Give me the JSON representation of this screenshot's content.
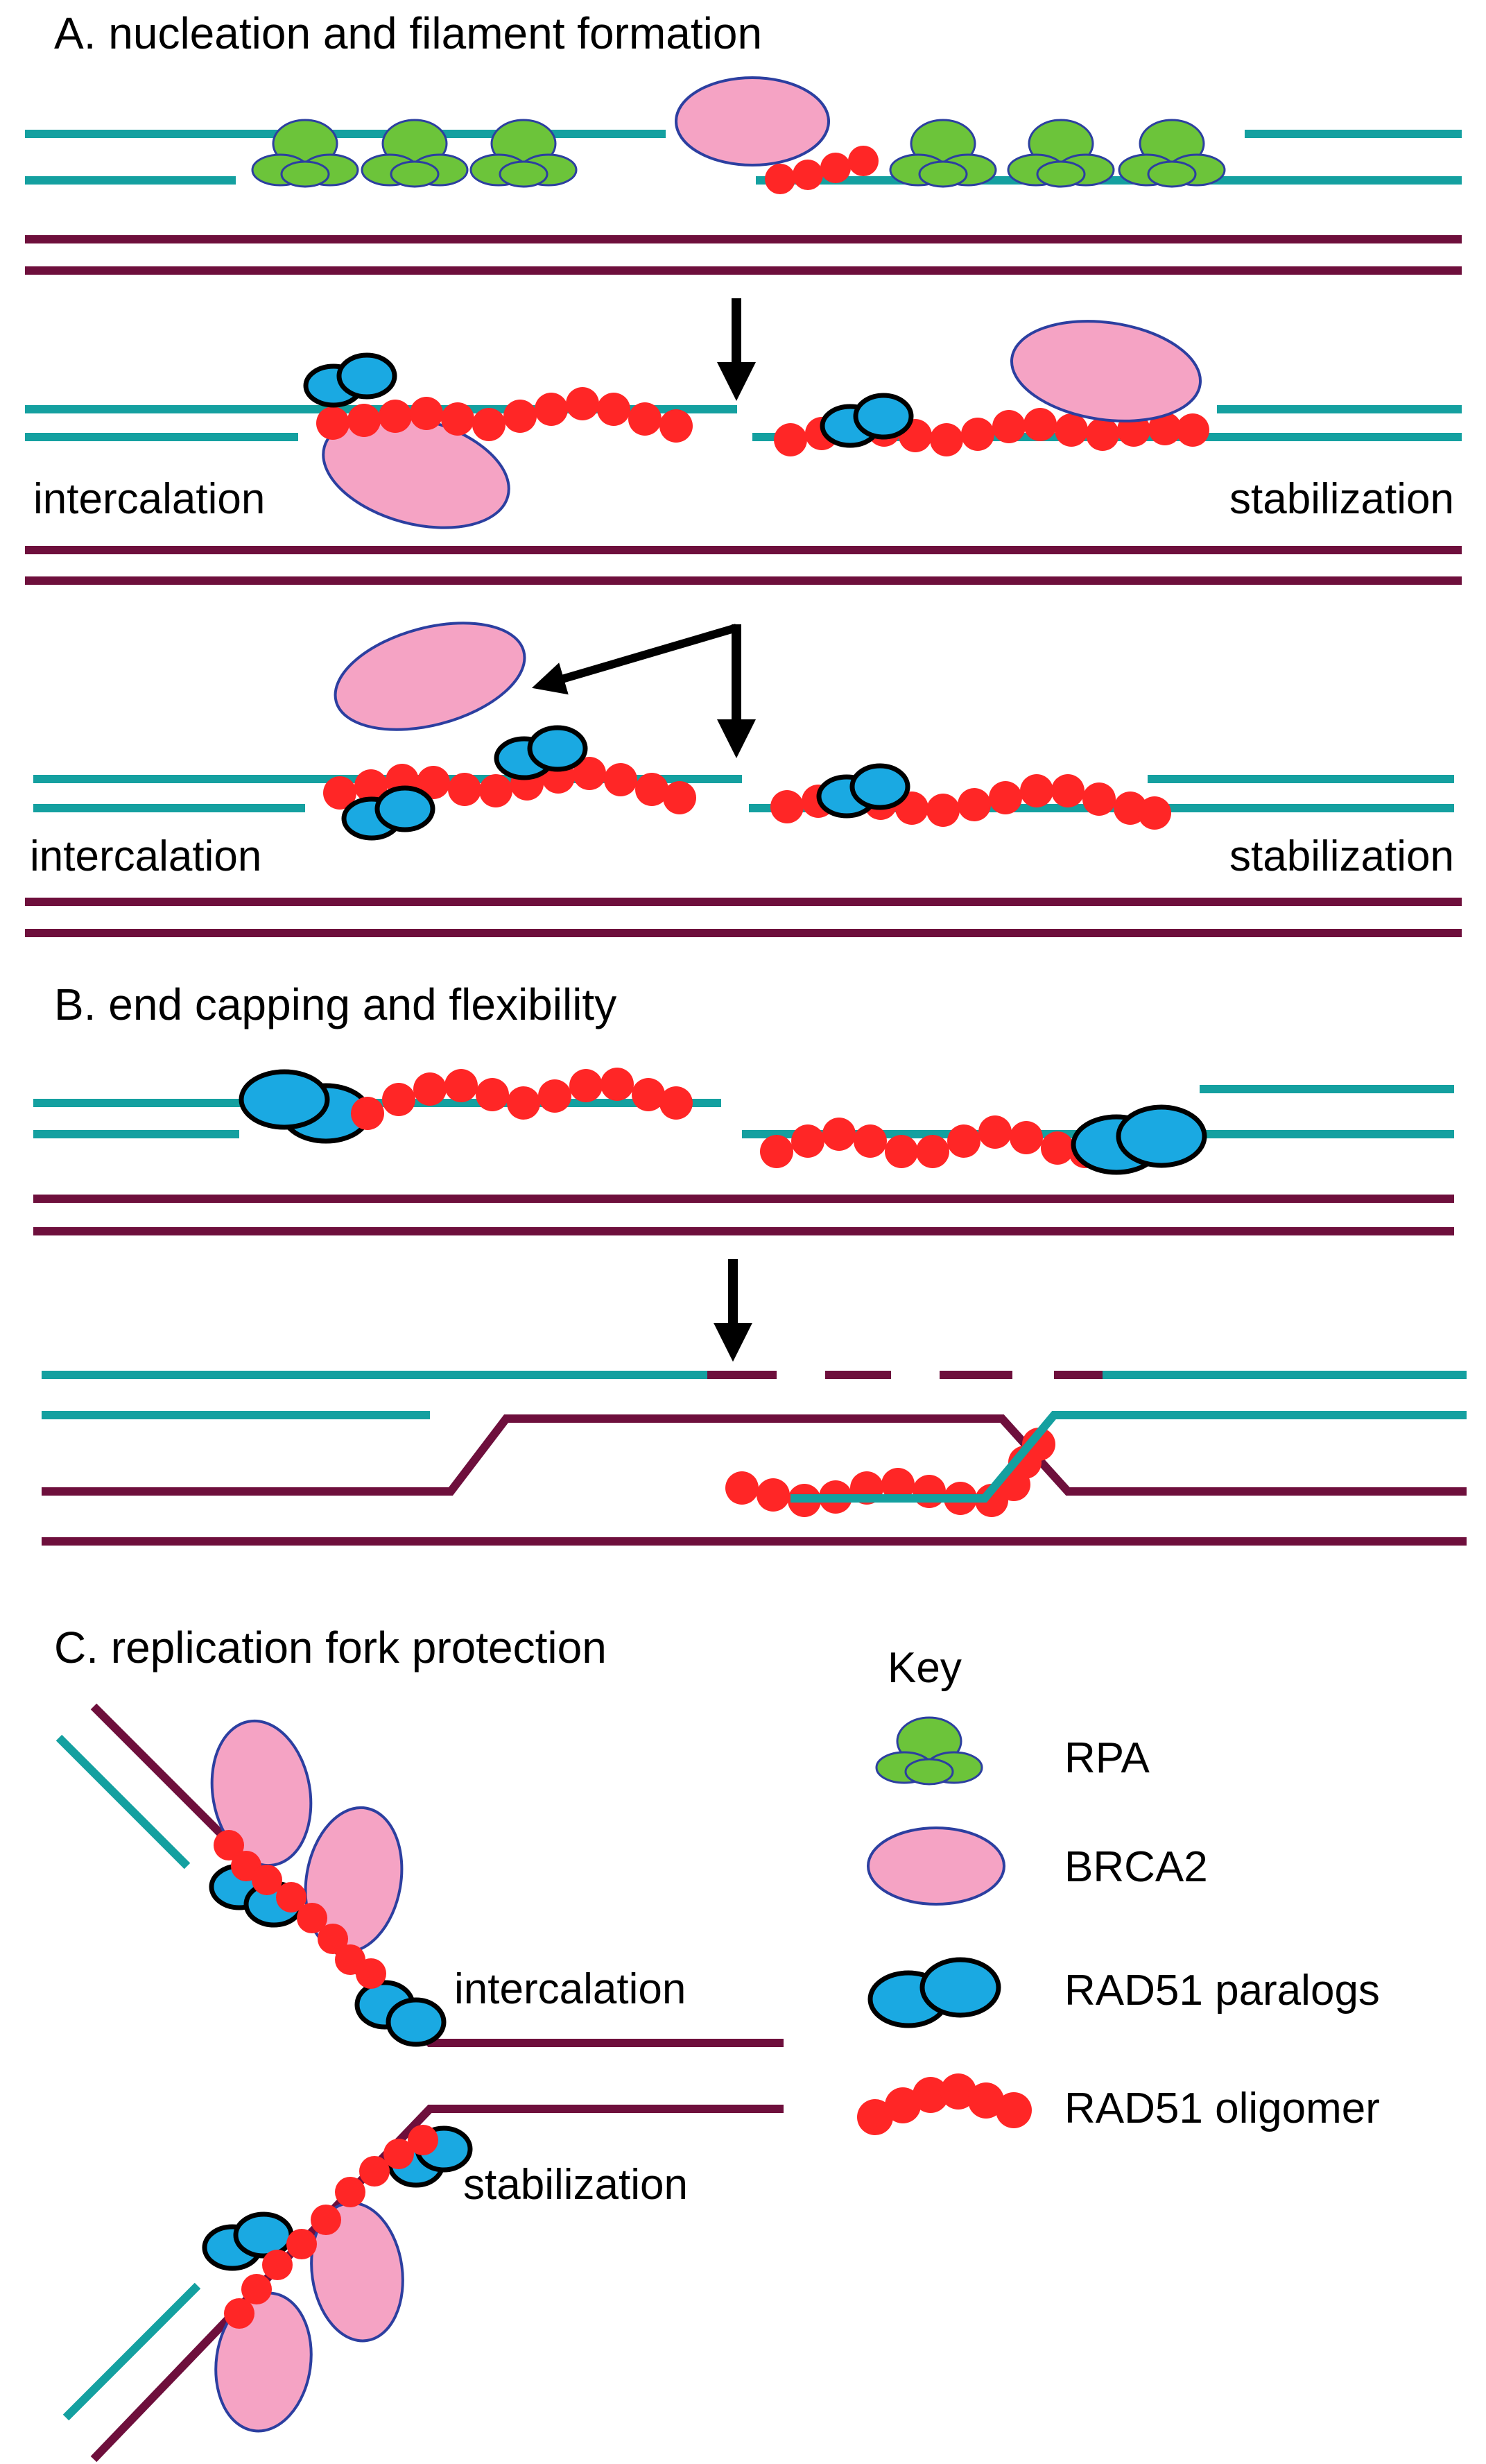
{
  "section_a": {
    "title": "A. nucleation and filament formation",
    "step2_left_label": "intercalation",
    "step2_right_label": "stabilization",
    "step3_left_label": "intercalation",
    "step3_right_label": "stabilization"
  },
  "section_b": {
    "title": "B. end capping and flexibility"
  },
  "section_c": {
    "title": "C. replication fork protection",
    "upper_label": "intercalation",
    "lower_label": "stabilization"
  },
  "key": {
    "title": "Key",
    "items": [
      {
        "label": "RPA"
      },
      {
        "label": "BRCA2"
      },
      {
        "label": "RAD51 paralogs"
      },
      {
        "label": "RAD51 oligomer"
      }
    ]
  },
  "colors": {
    "ssdna": "#14a0a0",
    "dsdna": "#6e0f3c",
    "rpa": "#6cc43a",
    "brca2": "#f5a3c4",
    "paralog": "#1aa9e2",
    "rad51": "#ff2626",
    "outline_blue": "#2c3fa0",
    "arrow": "#000000"
  }
}
